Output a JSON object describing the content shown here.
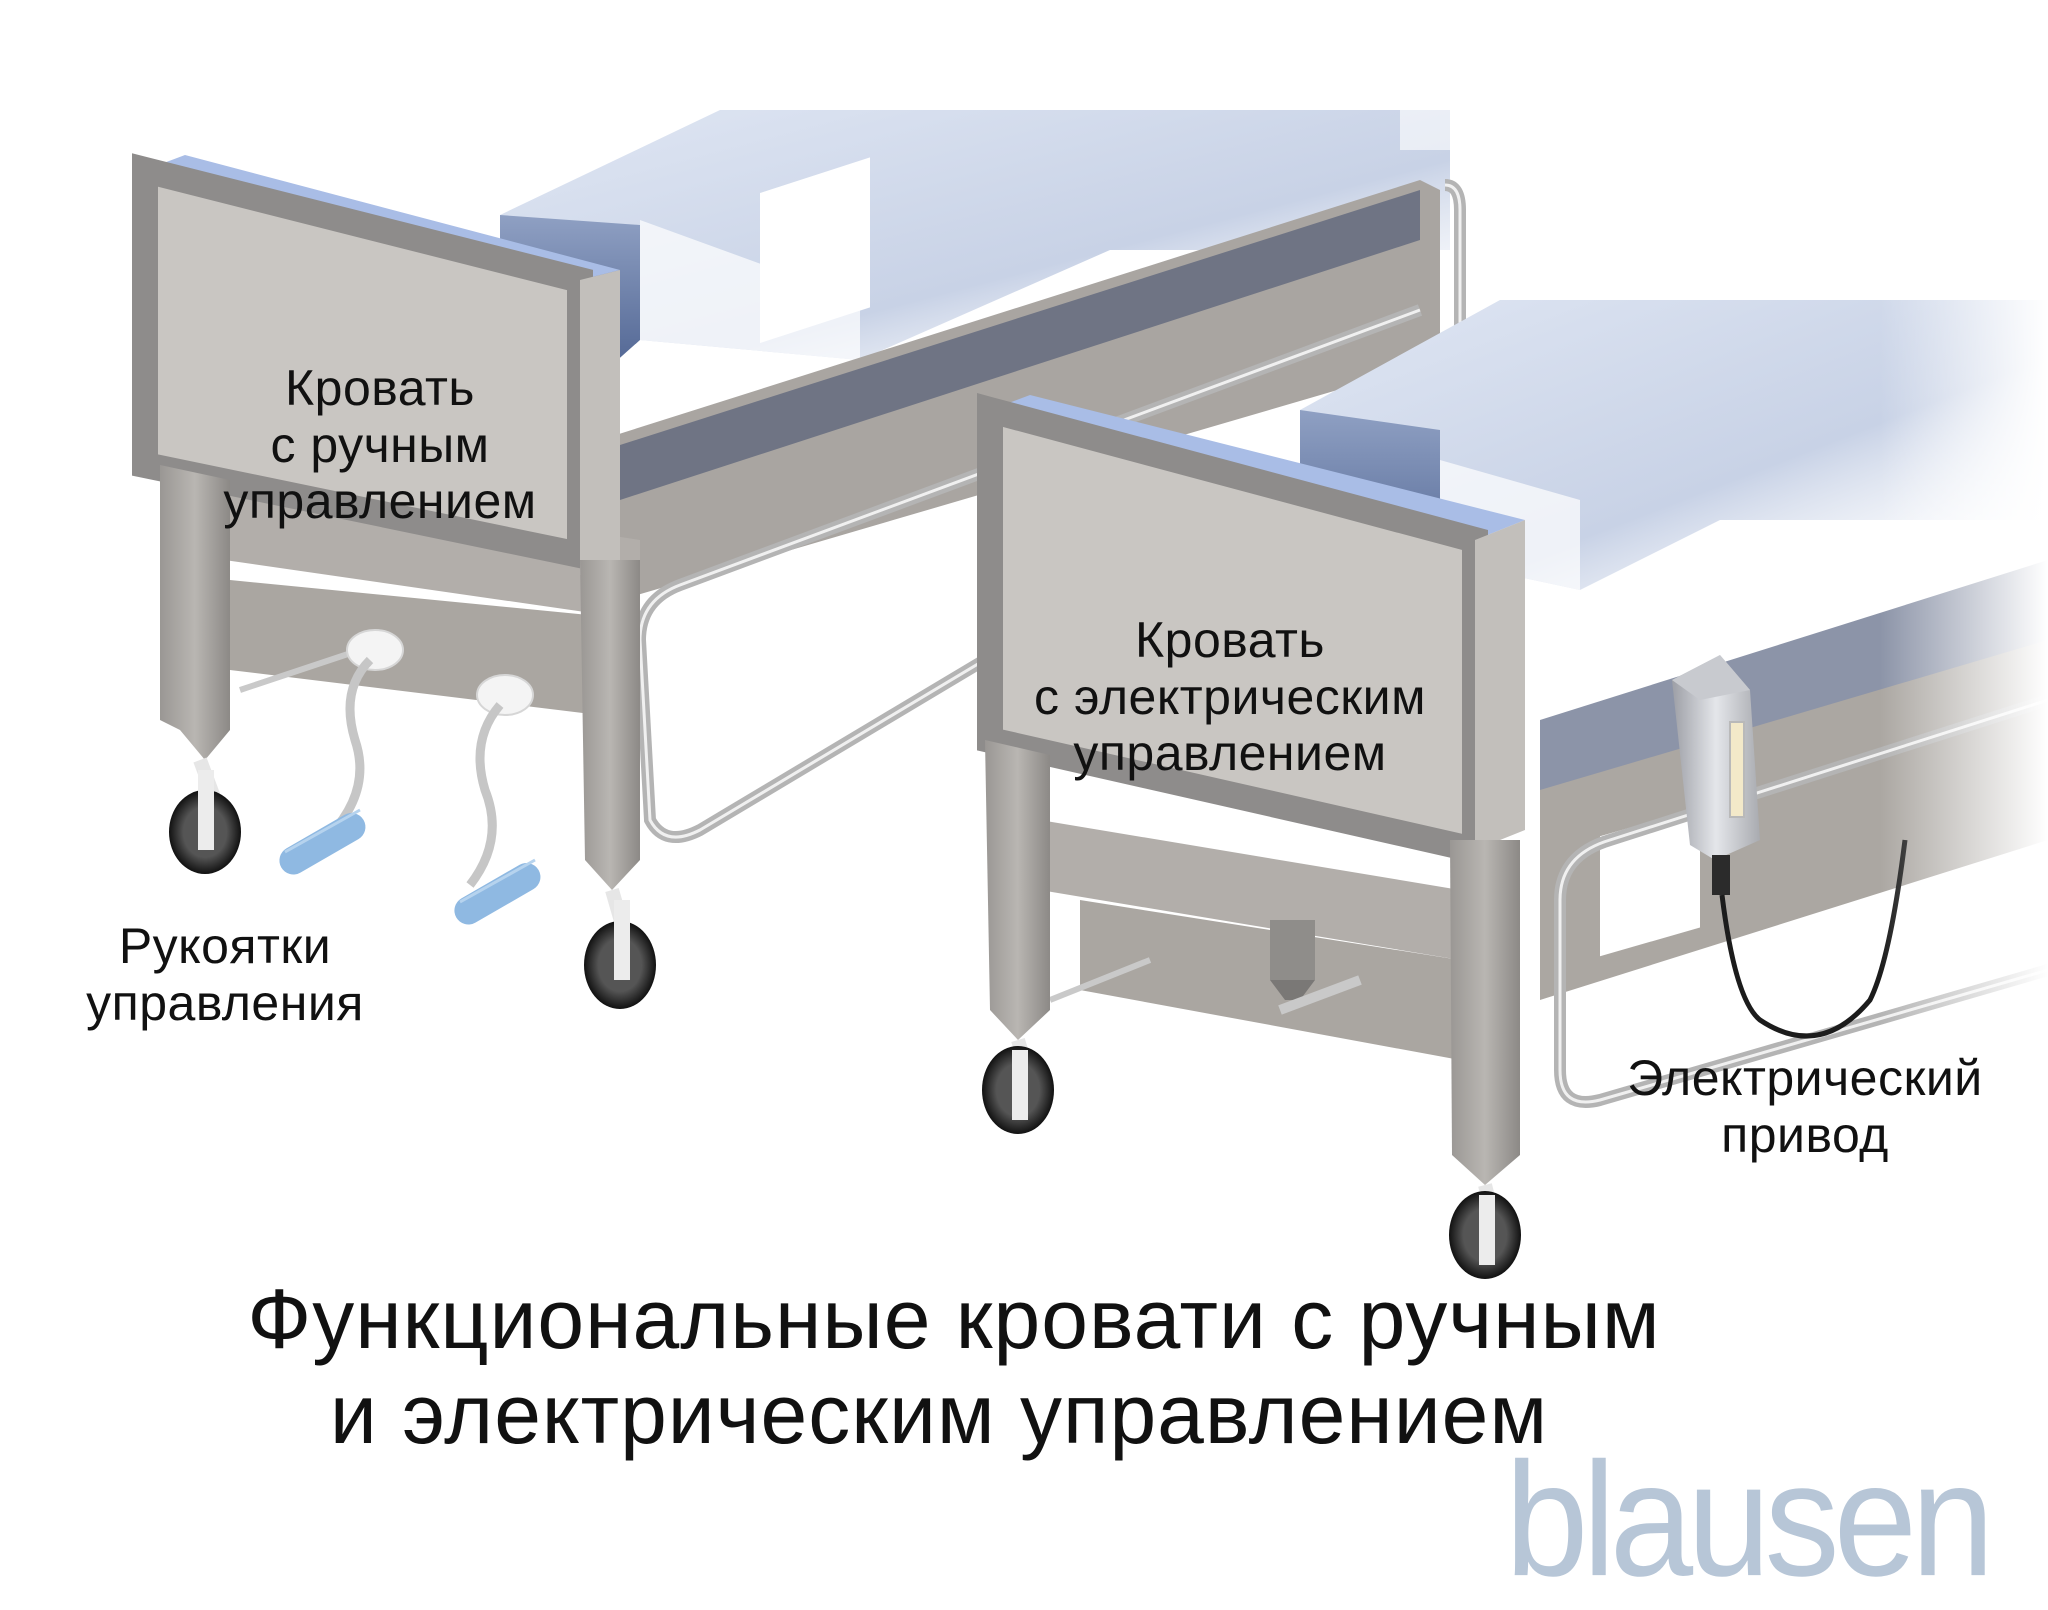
{
  "figure": {
    "title_lines": [
      "Функциональные кровати с ручным",
      "и электрическим управлением"
    ],
    "brand": "blausen",
    "colors": {
      "frame_gray": "#8e8c8b",
      "panel_gray": "#c7c4c0",
      "mattress_blue": "#c9d3e6",
      "mattress_shadow": "#5b6f99",
      "handle_blue": "#8fb9e2",
      "wheel_black": "#1e1e1e",
      "brand": "#b7c6d7",
      "text": "#111111"
    }
  },
  "manual_bed": {
    "headboard_label": [
      "Кровать",
      "с ручным",
      "управлением"
    ],
    "component_label": [
      "Рукоятки",
      "управления"
    ],
    "component_icon": "crank-handle-icon"
  },
  "electric_bed": {
    "headboard_label": [
      "Кровать",
      "с электрическим",
      "управлением"
    ],
    "component_label": [
      "Электрический",
      "привод"
    ],
    "component_icon": "electric-actuator-icon"
  }
}
